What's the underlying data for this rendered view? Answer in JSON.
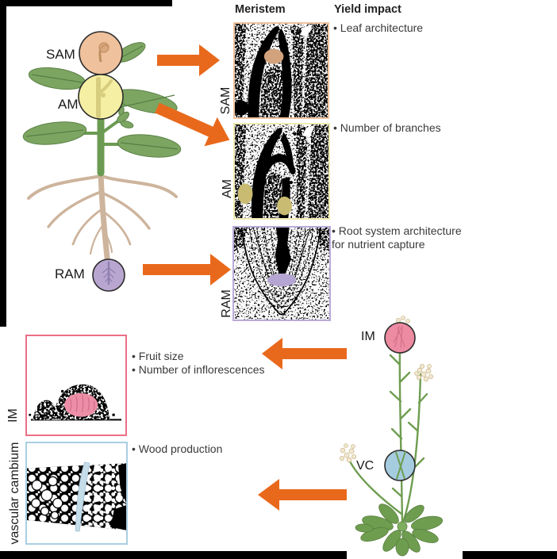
{
  "figure": {
    "columns": {
      "meristem_header": "Meristem",
      "yield_header": "Yield impact"
    },
    "top_plant": {
      "sam": "SAM",
      "am": "AM",
      "ram": "RAM"
    },
    "panels": {
      "sam": {
        "label": "SAM",
        "impact": "• Leaf architecture"
      },
      "am": {
        "label": "AM",
        "impact": "• Number of branches"
      },
      "ram": {
        "label": "RAM",
        "impact": "• Root system architecture\nfor nutrient capture"
      }
    },
    "bottom_panels": {
      "im": {
        "label": "IM",
        "impact": "• Fruit size\n• Number of inflorescences"
      },
      "vc": {
        "label": "vascular cambium",
        "impact": "• Wood production"
      }
    },
    "bottom_plant": {
      "im": "IM",
      "vc": "VC"
    }
  },
  "colors": {
    "arrow": "#E9691C",
    "sam_circle": "#EFC19C",
    "am_circle": "#F4EFA3",
    "ram_circle": "#B9A6D0",
    "im_circle": "#EC8BA1",
    "vc_circle": "#A5CCDF",
    "sam_border": "#F2C49E",
    "am_border": "#F0ECB0",
    "ram_border": "#B9ABD8",
    "im_border": "#EC6F85",
    "vc_border": "#A9CEE2",
    "sam_highlight": "#D2A27C",
    "am_highlight": "#C9BC72",
    "ram_highlight": "#B4A5D2",
    "im_highlight": "#EC8FA6",
    "vc_highlight": "#C5DCE9",
    "stem_green": "#6B9B52",
    "leaf_green": "#7DA562",
    "root_tan": "#CDB49C"
  }
}
